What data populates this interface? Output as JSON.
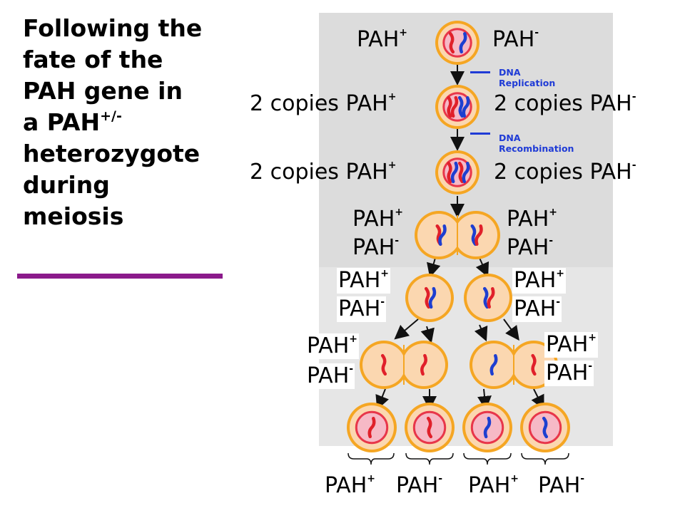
{
  "title": {
    "line1": "Following the",
    "line2": "fate of the",
    "line3": "PAH gene in",
    "line4_text": "a PAH",
    "line4_sup": "+/-",
    "line5": "heterozygote",
    "line6": "during",
    "line7": "meiosis"
  },
  "gene": {
    "name": "PAH",
    "plus": "+",
    "minus": "-",
    "copies_prefix": "2 copies PAH"
  },
  "steps": {
    "replication": [
      "DNA",
      "Replication"
    ],
    "recombination": [
      "DNA",
      "Recombination"
    ]
  },
  "colors": {
    "cell_outer": "#f5a623",
    "cell_inner": "#fbd7b0",
    "nucleus_ring": "#e8364a",
    "nucleus": "#f6b9c6",
    "chrom_red": "#e0202a",
    "chrom_blue": "#1e3fd0",
    "accent_purple": "#8b1a8b",
    "step_blue": "#1f3bd6"
  }
}
